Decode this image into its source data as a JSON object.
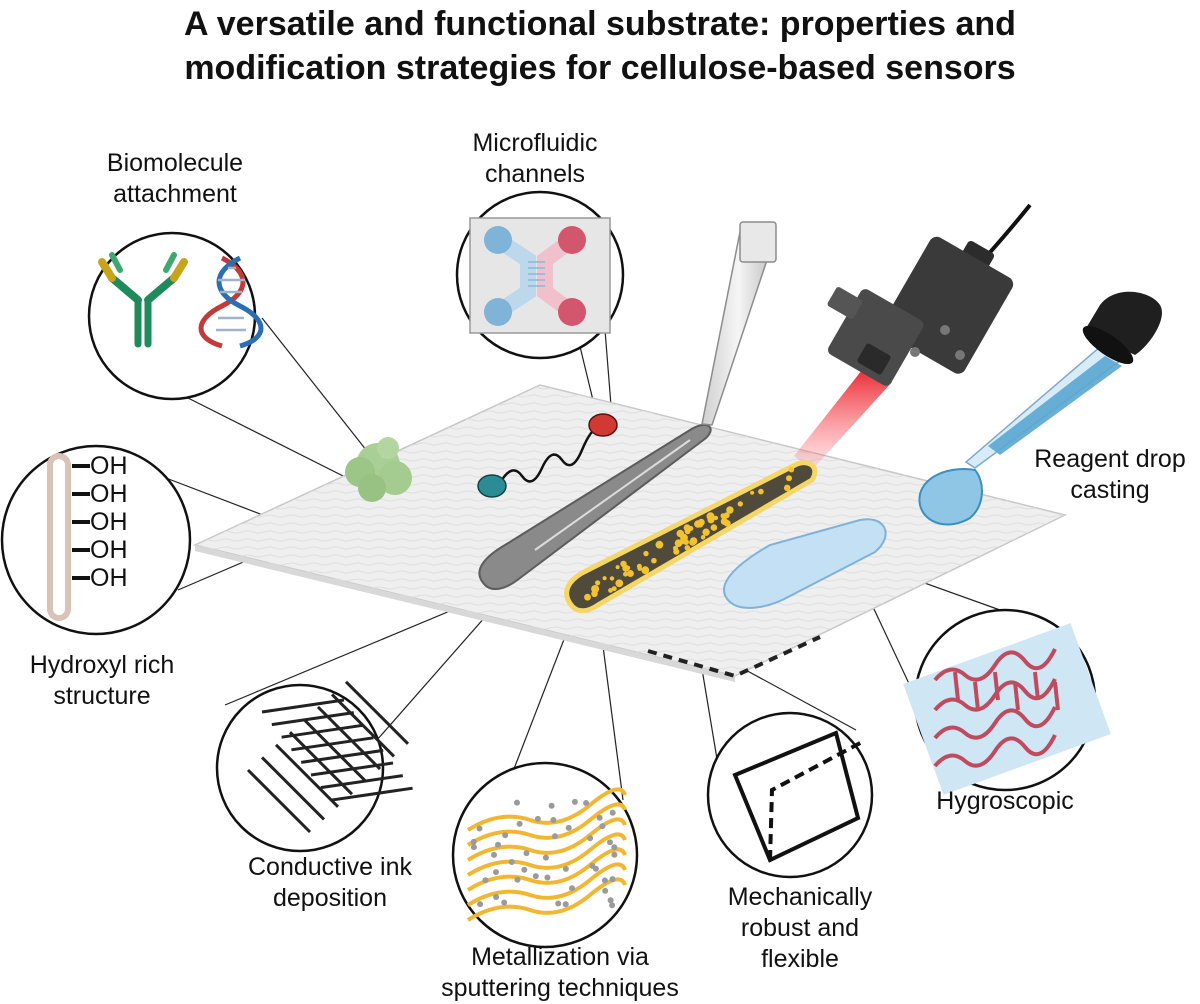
{
  "title": {
    "line1": "A versatile and functional substrate: properties and",
    "line2": "modification strategies for cellulose-based sensors"
  },
  "labels": {
    "biomolecule": [
      "Biomolecule",
      "attachment"
    ],
    "microfluidic": [
      "Microfluidic",
      "channels"
    ],
    "reagent": [
      "Reagent drop",
      "casting"
    ],
    "hydroxyl": [
      "Hydroxyl rich",
      "structure"
    ],
    "conductive": [
      "Conductive ink",
      "deposition"
    ],
    "metallization": [
      "Metallization via",
      "sputtering techniques"
    ],
    "mechanical": [
      "Mechanically",
      "robust and",
      "flexible"
    ],
    "hygroscopic": [
      "Hygroscopic"
    ]
  },
  "hydroxyl_groups": [
    "OH",
    "OH",
    "OH",
    "OH",
    "OH"
  ],
  "colors": {
    "paper": "#efefef",
    "pipette": "#8a8a8a",
    "laser": "#e8202a",
    "gold": "#f2c230",
    "water": "#bcdcf2",
    "channel_blue": "#7fb3d8",
    "channel_red": "#d2566e",
    "antibody_green": "#1f8a5b",
    "antibody_gold": "#c9a31a"
  }
}
